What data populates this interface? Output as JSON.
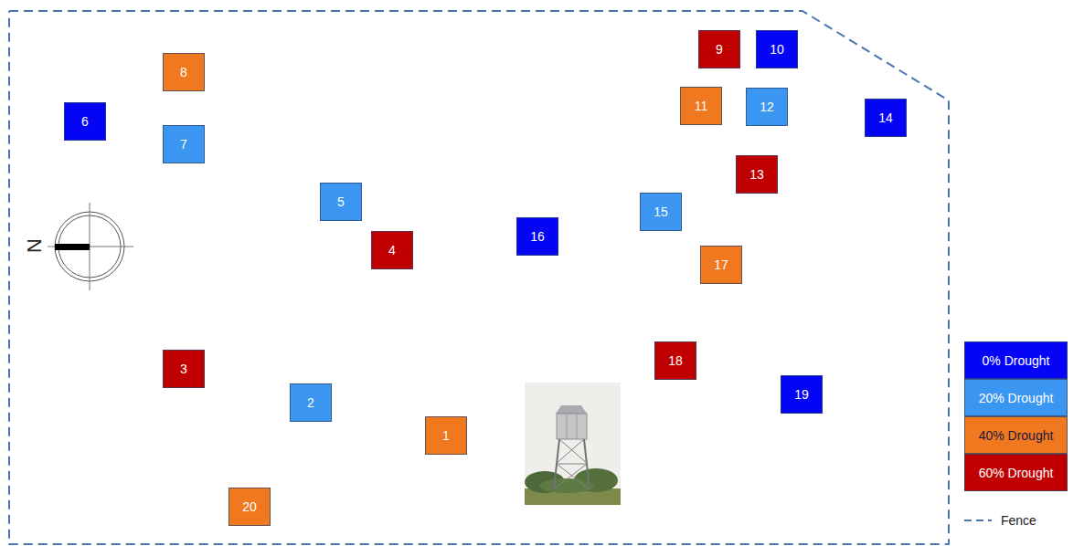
{
  "diagram": {
    "nodes": [
      {
        "text": [
          "9"
        ]
      },
      {
        "text": [
          "10"
        ]
      },
      {
        "text": [
          "8"
        ]
      },
      {
        "text": [
          "11"
        ]
      },
      {
        "text": [
          "12"
        ]
      },
      {
        "text": [
          "6"
        ]
      },
      {
        "text": [
          "14"
        ]
      },
      {
        "text": [
          "7"
        ]
      },
      {
        "text": [
          "13"
        ]
      },
      {
        "text": [
          "5"
        ]
      },
      {
        "text": [
          "16"
        ]
      },
      {
        "text": [
          "15"
        ]
      },
      {
        "text": [
          "4"
        ]
      },
      {
        "text": [
          "17"
        ]
      },
      {
        "text": [
          "3"
        ]
      },
      {
        "text": [
          "18"
        ]
      },
      {
        "text": [
          "19"
        ]
      },
      {
        "text": [
          "2"
        ]
      },
      {
        "text": [
          "1"
        ]
      },
      {
        "text": [
          "20"
        ]
      }
    ],
    "labels": [
      "N"
    ],
    "legend": [
      {
        "text": "0% Drought",
        "color": "#0505f5"
      },
      {
        "text": "20% Drought",
        "color": "#3a96f0"
      },
      {
        "text": "40% Drought",
        "color": "#f0781e"
      },
      {
        "text": "60% Drought",
        "color": "#c00000"
      },
      {
        "text": "Fence"
      }
    ]
  }
}
